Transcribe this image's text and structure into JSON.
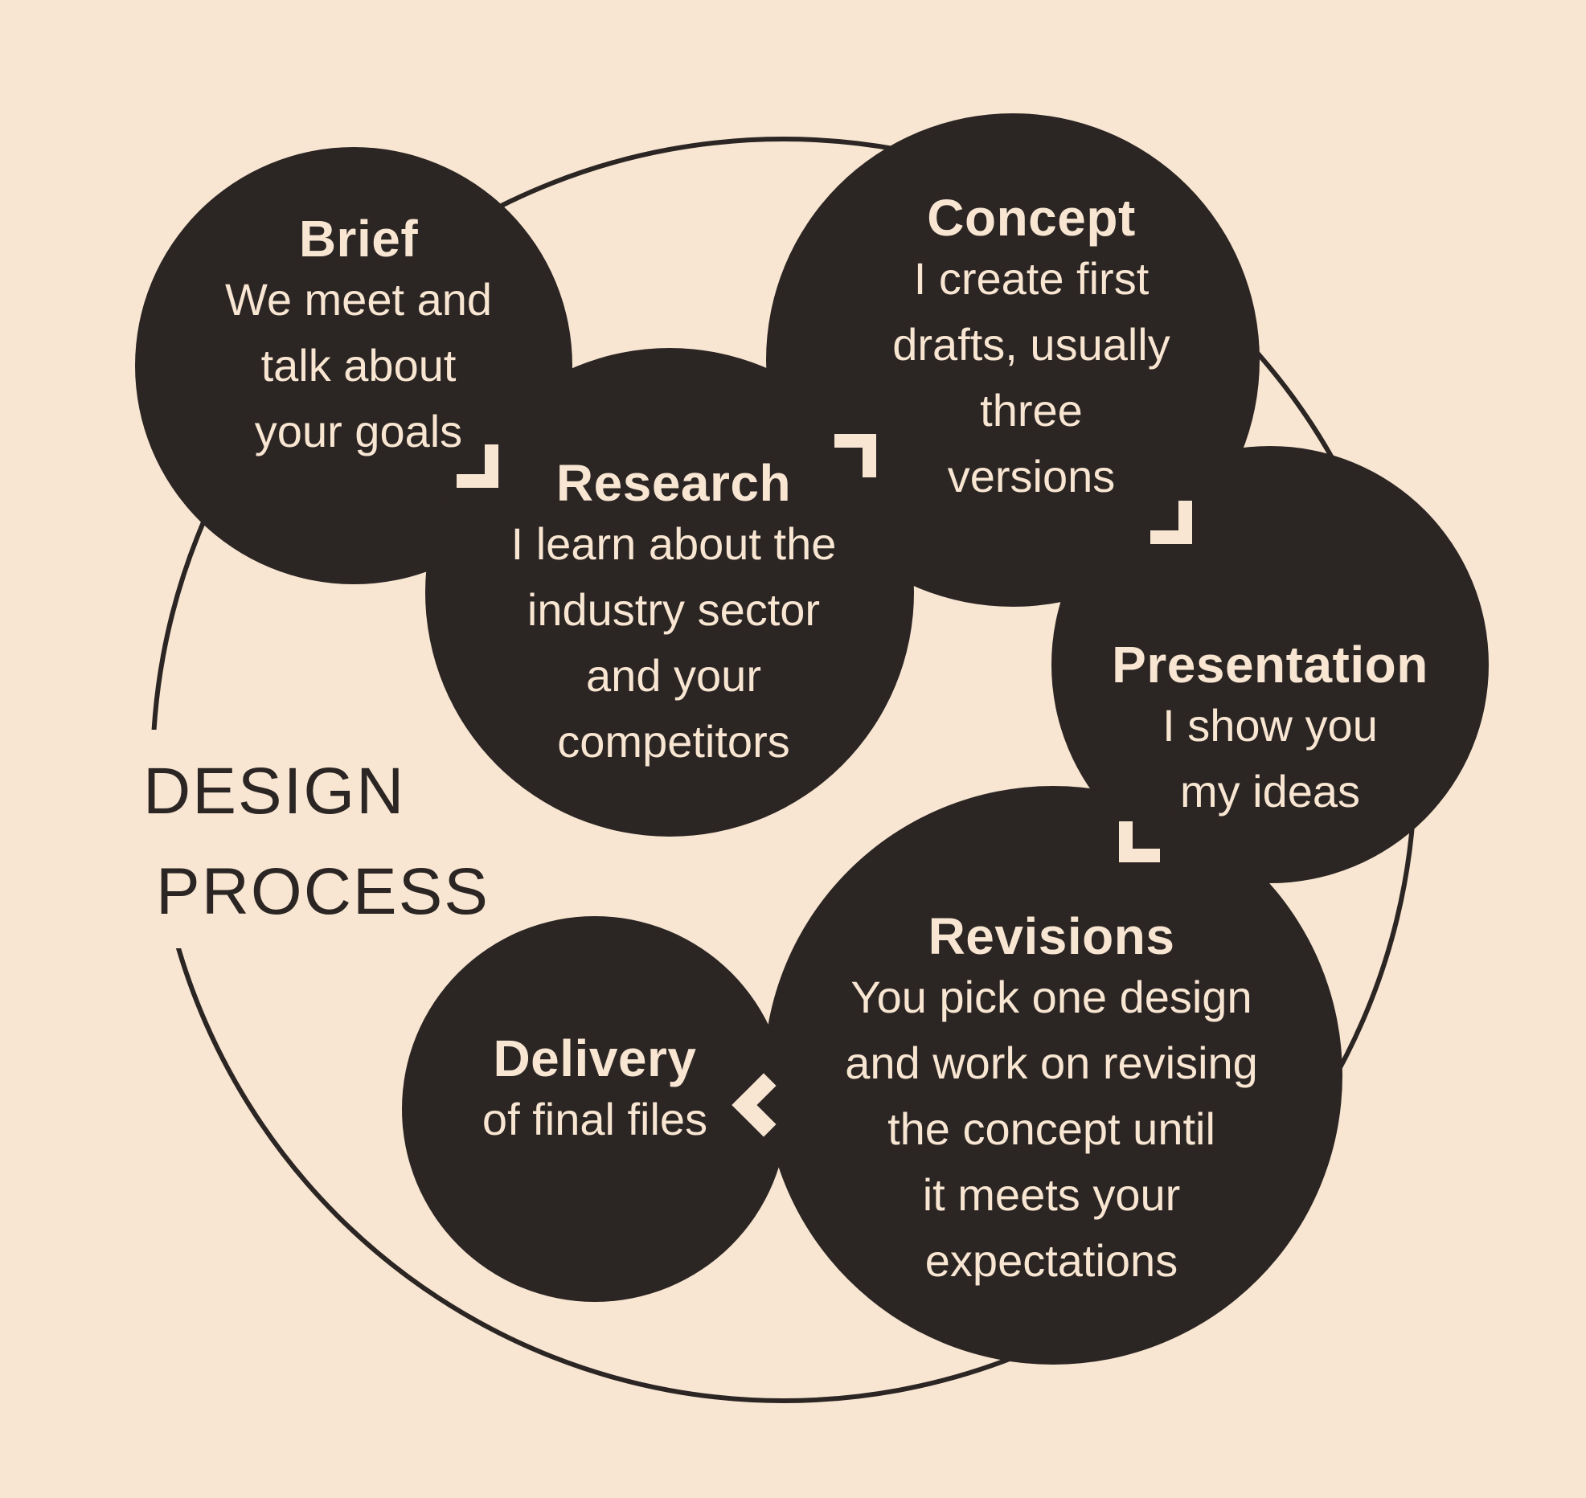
{
  "palette": {
    "background": "#f8e6d2",
    "circle_fill": "#2b2523",
    "text_on_circle": "#f8e6d2",
    "outline_stroke": "#2b2523"
  },
  "title": {
    "line1": "DESIGN",
    "line2": "PROCESS"
  },
  "steps": [
    {
      "id": "brief",
      "title": "Brief",
      "lines": [
        "We meet and",
        "talk about",
        "your goals"
      ]
    },
    {
      "id": "research",
      "title": "Research",
      "lines": [
        "I learn about the",
        "industry sector",
        "and your",
        "competitors"
      ]
    },
    {
      "id": "concept",
      "title": "Concept",
      "lines": [
        "I create first",
        "drafts, usually",
        "three",
        "versions"
      ]
    },
    {
      "id": "presentation",
      "title": "Presentation",
      "lines": [
        "I show you",
        "my ideas"
      ]
    },
    {
      "id": "revisions",
      "title": "Revisions",
      "lines": [
        "You pick one design",
        "and work on revising",
        "the concept until",
        "it meets your",
        "expectations"
      ]
    },
    {
      "id": "delivery",
      "title": "Delivery",
      "lines": [
        "of final files"
      ]
    }
  ],
  "connectors": [
    {
      "icon": "corner-arrow-icon",
      "from": "Brief",
      "to": "Research"
    },
    {
      "icon": "corner-arrow-icon",
      "from": "Research",
      "to": "Concept"
    },
    {
      "icon": "corner-arrow-icon",
      "from": "Concept",
      "to": "Presentation"
    },
    {
      "icon": "corner-arrow-icon",
      "from": "Presentation",
      "to": "Revisions"
    },
    {
      "icon": "chevron-left-icon",
      "from": "Revisions",
      "to": "Delivery"
    }
  ]
}
